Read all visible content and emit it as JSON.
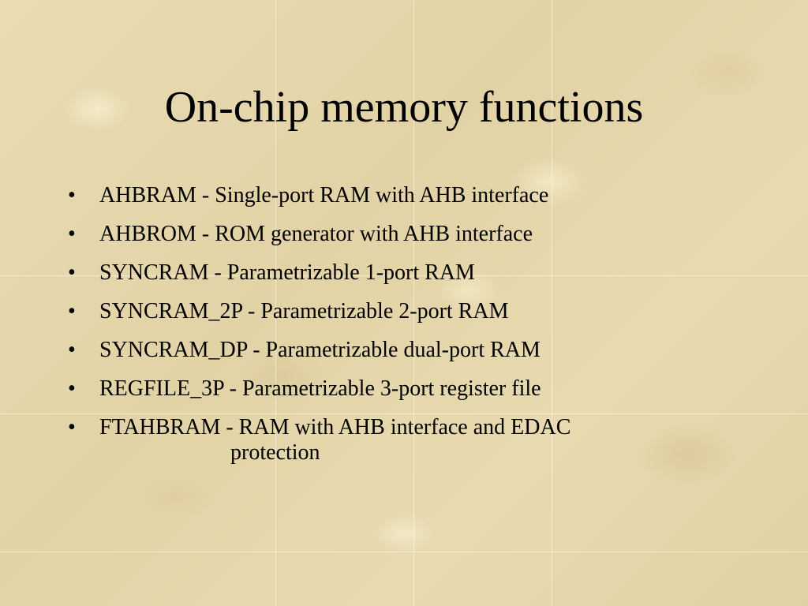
{
  "slide": {
    "title": "On-chip memory functions",
    "bullet_symbol": "•",
    "items": [
      {
        "text": "AHBRAM - Single-port RAM with AHB interface"
      },
      {
        "text": "AHBROM - ROM generator with AHB interface"
      },
      {
        "text": "SYNCRAM - Parametrizable 1-port RAM"
      },
      {
        "text": "SYNCRAM_2P - Parametrizable 2-port RAM"
      },
      {
        "text": "SYNCRAM_DP - Parametrizable dual-port RAM"
      },
      {
        "text": "REGFILE_3P - Parametrizable 3-port register file"
      },
      {
        "text": "FTAHBRAM - RAM with AHB interface and EDAC",
        "continuation": "protection"
      }
    ]
  },
  "colors": {
    "background": "#e6d8ad",
    "text": "#000000"
  }
}
